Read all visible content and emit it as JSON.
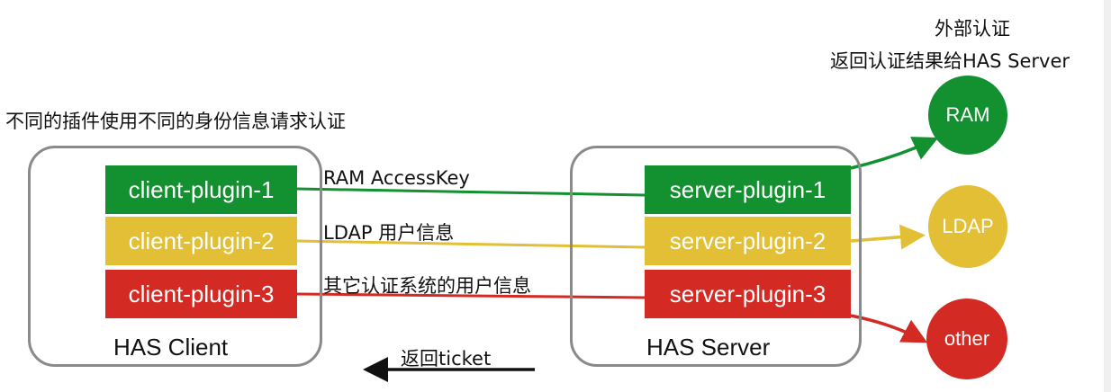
{
  "notes": {
    "external_auth_line1": "外部认证",
    "external_auth_line2": "返回认证结果给HAS Server",
    "plugins_note": "不同的插件使用不同的身份信息请求认证"
  },
  "client": {
    "label": "HAS Client",
    "plugins": [
      "client-plugin-1",
      "client-plugin-2",
      "client-plugin-3"
    ]
  },
  "server": {
    "label": "HAS Server",
    "plugins": [
      "server-plugin-1",
      "server-plugin-2",
      "server-plugin-3"
    ]
  },
  "edges": {
    "ram": "RAM AccessKey",
    "ldap": "LDAP 用户信息",
    "other": "其它认证系统的用户信息",
    "return_ticket": "返回ticket"
  },
  "external": {
    "ram": "RAM",
    "ldap": "LDAP",
    "other": "other"
  },
  "colors": {
    "green": "#13902f",
    "yellow": "#e2bf35",
    "red": "#d32a23",
    "border_gray": "#8a8a8a"
  }
}
